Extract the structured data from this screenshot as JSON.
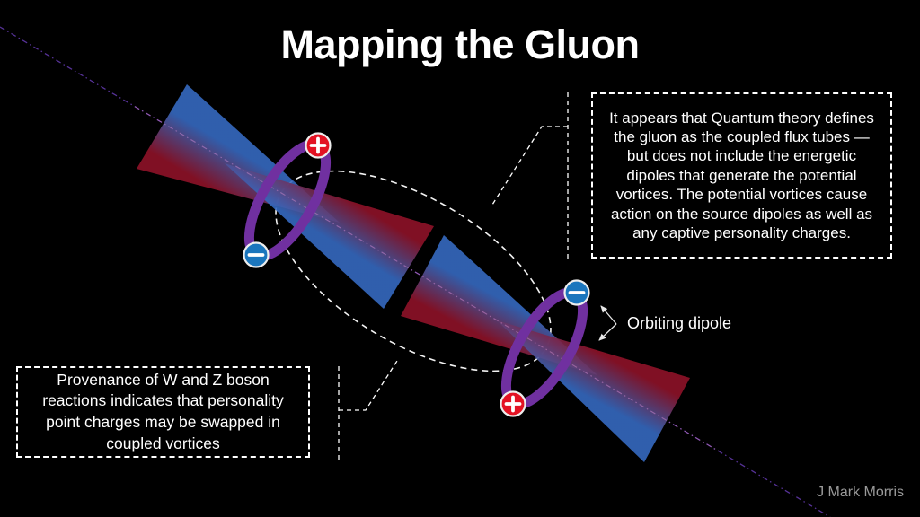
{
  "title": "Mapping the Gluon",
  "credit": "J Mark Morris",
  "callouts": {
    "quantum_theory": "It appears that Quantum theory defines the gluon as the coupled flux tubes — but does not include the energetic dipoles that generate the potential vortices.  The potential vortices cause action on the source dipoles as well as any captive personality charges.",
    "provenance": "Provenance of W and Z boson reactions indicates that personality point charges may be swapped in coupled vortices"
  },
  "labels": {
    "orbiting_dipole": "Orbiting dipole"
  },
  "colors": {
    "background": "#000000",
    "cone_blue": "#3569C0",
    "cone_red": "#8E1228",
    "ring_purple": "#7030A0",
    "charge_red": "#E31223",
    "charge_blue": "#1B76BD",
    "dashed_line_white": "#FFFFFF",
    "diagonal_line_purple": "#5B35A0",
    "axis_overlay_pink": "#F09AD6",
    "credit_gray": "#9A9A9A"
  }
}
